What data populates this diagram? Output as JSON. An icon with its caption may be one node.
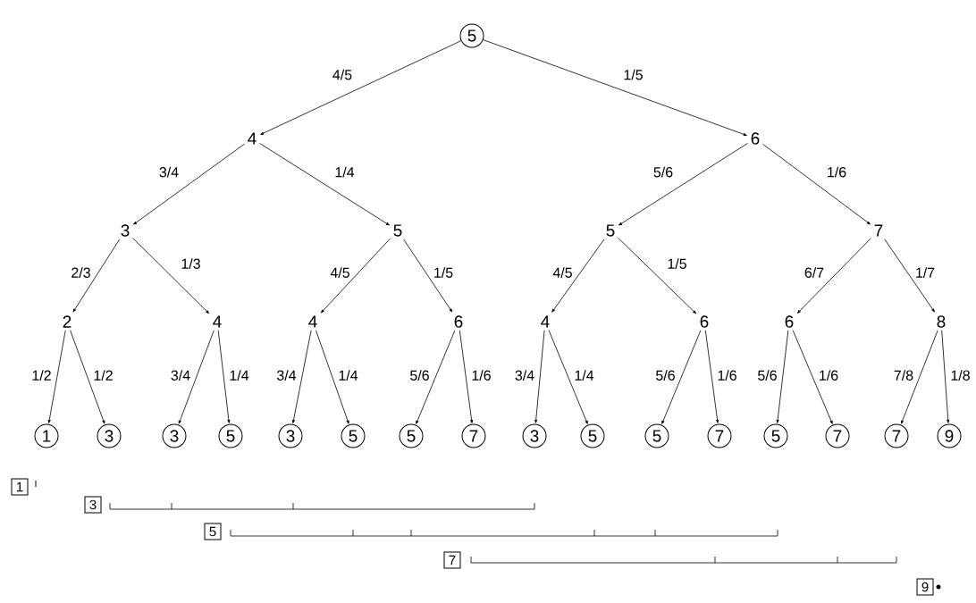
{
  "diagram": {
    "nodes": [
      {
        "text": [
          "5"
        ]
      },
      {
        "text": [
          "4"
        ]
      },
      {
        "text": [
          "6"
        ]
      },
      {
        "text": [
          "3"
        ]
      },
      {
        "text": [
          "5"
        ]
      },
      {
        "text": [
          "5"
        ]
      },
      {
        "text": [
          "7"
        ]
      },
      {
        "text": [
          "2"
        ]
      },
      {
        "text": [
          "4"
        ]
      },
      {
        "text": [
          "4"
        ]
      },
      {
        "text": [
          "6"
        ]
      },
      {
        "text": [
          "4"
        ]
      },
      {
        "text": [
          "6"
        ]
      },
      {
        "text": [
          "6"
        ]
      },
      {
        "text": [
          "8"
        ]
      },
      {
        "text": [
          "1"
        ]
      },
      {
        "text": [
          "3"
        ]
      },
      {
        "text": [
          "3"
        ]
      },
      {
        "text": [
          "5"
        ]
      },
      {
        "text": [
          "3"
        ]
      },
      {
        "text": [
          "5"
        ]
      },
      {
        "text": [
          "5"
        ]
      },
      {
        "text": [
          "7"
        ]
      },
      {
        "text": [
          "3"
        ]
      },
      {
        "text": [
          "5"
        ]
      },
      {
        "text": [
          "5"
        ]
      },
      {
        "text": [
          "7"
        ]
      },
      {
        "text": [
          "5"
        ]
      },
      {
        "text": [
          "7"
        ]
      },
      {
        "text": [
          "7"
        ]
      },
      {
        "text": [
          "9"
        ]
      },
      {
        "text": [
          "1"
        ]
      },
      {
        "text": [
          "3"
        ]
      },
      {
        "text": [
          "5"
        ]
      },
      {
        "text": [
          "7"
        ]
      },
      {
        "text": [
          "9"
        ]
      }
    ],
    "edges": [
      {
        "from": 0,
        "to": 1,
        "arrow": "to",
        "label": "4/5"
      },
      {
        "from": 0,
        "to": 2,
        "arrow": "to",
        "label": "1/5"
      },
      {
        "from": 1,
        "to": 3,
        "arrow": "to",
        "label": "3/4"
      },
      {
        "from": 1,
        "to": 4,
        "arrow": "to",
        "label": "1/4"
      },
      {
        "from": 2,
        "to": 5,
        "arrow": "to",
        "label": "5/6"
      },
      {
        "from": 2,
        "to": 6,
        "arrow": "to",
        "label": "1/6"
      },
      {
        "from": 3,
        "to": 7,
        "arrow": "to",
        "label": "2/3"
      },
      {
        "from": 3,
        "to": 8,
        "arrow": "to",
        "label": "1/3"
      },
      {
        "from": 4,
        "to": 9,
        "arrow": "to",
        "label": "4/5"
      },
      {
        "from": 4,
        "to": 10,
        "arrow": "to",
        "label": "1/5"
      },
      {
        "from": 5,
        "to": 11,
        "arrow": "to",
        "label": "4/5"
      },
      {
        "from": 5,
        "to": 12,
        "arrow": "to",
        "label": "1/5"
      },
      {
        "from": 6,
        "to": 13,
        "arrow": "to",
        "label": "6/7"
      },
      {
        "from": 6,
        "to": 14,
        "arrow": "to",
        "label": "1/7"
      },
      {
        "from": 7,
        "to": 15,
        "arrow": "to",
        "label": "1/2"
      },
      {
        "from": 7,
        "to": 16,
        "arrow": "to",
        "label": "1/2"
      },
      {
        "from": 8,
        "to": 17,
        "arrow": "to",
        "label": "3/4"
      },
      {
        "from": 8,
        "to": 18,
        "arrow": "to",
        "label": "1/4"
      },
      {
        "from": 9,
        "to": 19,
        "arrow": "to",
        "label": "3/4"
      },
      {
        "from": 9,
        "to": 20,
        "arrow": "to",
        "label": "1/4"
      },
      {
        "from": 10,
        "to": 21,
        "arrow": "to",
        "label": "5/6"
      },
      {
        "from": 10,
        "to": 22,
        "arrow": "to",
        "label": "1/6"
      },
      {
        "from": 11,
        "to": 23,
        "arrow": "to",
        "label": "3/4"
      },
      {
        "from": 11,
        "to": 24,
        "arrow": "to",
        "label": "1/4"
      },
      {
        "from": 12,
        "to": 25,
        "arrow": "to",
        "label": "5/6"
      },
      {
        "from": 12,
        "to": 26,
        "arrow": "to",
        "label": "1/6"
      },
      {
        "from": 13,
        "to": 27,
        "arrow": "to",
        "label": "5/6"
      },
      {
        "from": 13,
        "to": 28,
        "arrow": "to",
        "label": "1/6"
      },
      {
        "from": 14,
        "to": 29,
        "arrow": "to",
        "label": "7/8"
      },
      {
        "from": 14,
        "to": 30,
        "arrow": "to",
        "label": "1/8"
      }
    ]
  }
}
